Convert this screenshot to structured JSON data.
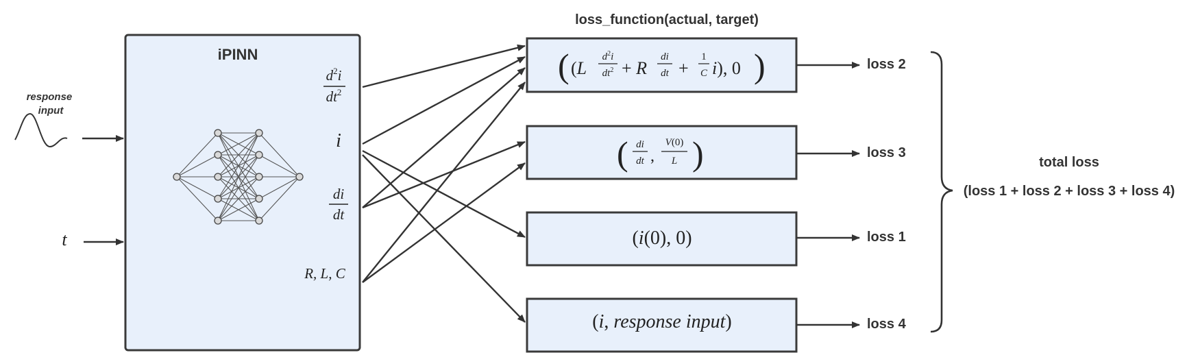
{
  "header": {
    "title": "loss_function(actual, target)"
  },
  "inputs": {
    "response_input_label_line1": "response",
    "response_input_label_line2": "input",
    "time_label": "t"
  },
  "network": {
    "title": "iPINN",
    "outputs": {
      "d2i": "d²i / dt²",
      "i": "i",
      "di": "di / dt",
      "rlc": "R, L, C"
    }
  },
  "loss_boxes": [
    {
      "expr": "((L d²i/dt² + R di/dt + 1/C i), 0)",
      "loss": "loss 2"
    },
    {
      "expr": "(di/dt, V(0)/L)",
      "loss": "loss 3"
    },
    {
      "expr": "(i(0), 0)",
      "loss": "loss 1"
    },
    {
      "expr": "(i, response input)",
      "loss": "loss 4"
    }
  ],
  "total": {
    "title": "total loss",
    "formula": "(loss 1 + loss 2 + loss 3 + loss 4)"
  },
  "colors": {
    "box_fill": "#e8f0fb",
    "stroke": "#333333"
  }
}
